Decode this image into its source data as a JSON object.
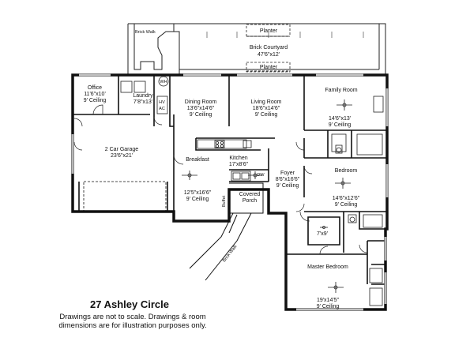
{
  "address": "27 Ashley Circle",
  "disclaimer_line1": "Drawings are not to scale. Drawings & room",
  "disclaimer_line2": "dimensions are for illustration purposes only.",
  "labels": {
    "brick_walk_top": "Brick Walk",
    "planter_top": "Planter",
    "courtyard_name": "Brick Courtyard",
    "courtyard_dim": "47'6\"x12'",
    "planter_bottom": "Planter",
    "office_name": "Office",
    "office_dim": "11'6\"x10'",
    "office_ceiling": "9' Ceiling",
    "laundry_name": "Laundry",
    "laundry_dim": "7'8\"x13'",
    "wh": "WH",
    "hvac_1": "HV",
    "hvac_2": "AC",
    "dining_name": "Dining Room",
    "dining_dim": "13'6\"x14'6\"",
    "dining_ceiling": "9' Ceiling",
    "living_name": "Living Room",
    "living_dim": "18'6\"x14'6\"",
    "living_ceiling": "9' Ceiling",
    "family_name": "Family Room",
    "family_dim": "14'6\"x13'",
    "family_ceiling": "9' Ceiling",
    "garage_name": "2 Car Garage",
    "garage_dim": "23'6\"x21'",
    "breakfast_name": "Breakfast",
    "breakfast_dim": "12'5\"x16'6\"",
    "breakfast_ceiling": "9' Ceiling",
    "kitchen_name": "Kitchen",
    "kitchen_dim": "17'x8'6\"",
    "dw": "DW",
    "foyer_name": "Foyer",
    "foyer_dim": "8'6\"x16'6\"",
    "foyer_ceiling": "9' Ceiling",
    "bedroom_name": "Bedroom",
    "bedroom_dim": "14'6\"x12'6\"",
    "bedroom_ceiling": "9' Ceiling",
    "covered_1": "Covered",
    "covered_2": "Porch",
    "buffet": "Buffet",
    "closet_dim": "7'x9'",
    "brick_walk_diag": "Brick Walk",
    "master_name": "Master Bedroom",
    "master_dim": "19'x14'5\"",
    "master_ceiling": "9' Ceiling"
  }
}
